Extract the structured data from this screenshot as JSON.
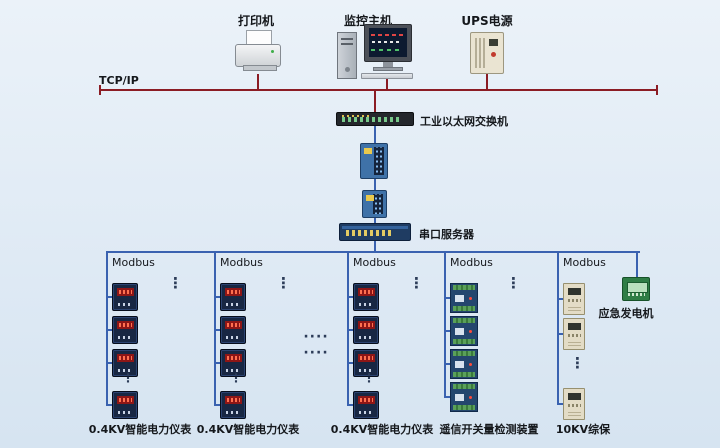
{
  "top_devices": {
    "printer_label": "打印机",
    "host_label": "监控主机",
    "ups_label": "UPS电源"
  },
  "backbone": {
    "bus_label": "TCP/IP",
    "switch_label": "工业以太网交换机",
    "serial_server_label": "串口服务器"
  },
  "field": {
    "branches": [
      {
        "bus_label": "Modbus",
        "device_label": "0.4KV智能电力仪表"
      },
      {
        "bus_label": "Modbus",
        "device_label": "0.4KV智能电力仪表"
      },
      {
        "bus_label": "Modbus",
        "device_label": "0.4KV智能电力仪表"
      },
      {
        "bus_label": "Modbus",
        "device_label": "遥信开关量检测装置"
      },
      {
        "bus_label": "Modbus",
        "device_label": "10KV综保"
      }
    ],
    "generator_label": "应急发电机"
  },
  "ellipsis": {
    "vertical": "⋮",
    "horizontal": "····  ····"
  },
  "colors": {
    "tcp_bus": "#8b1c24",
    "modbus_bus": "#3a62b0",
    "background": "#dbe7f3"
  }
}
